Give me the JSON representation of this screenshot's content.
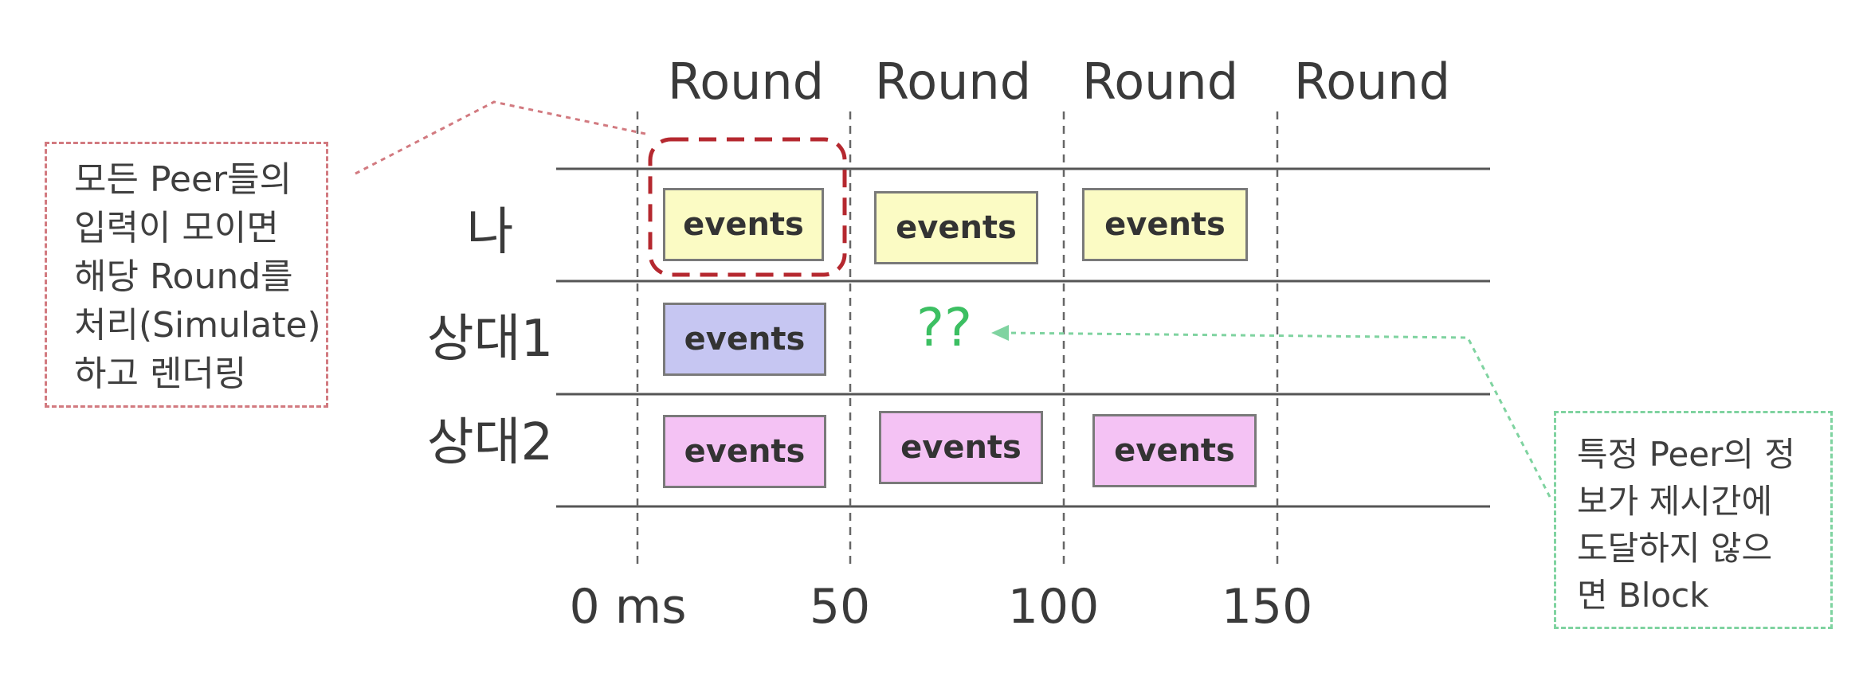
{
  "rounds": [
    "Round",
    "Round",
    "Round",
    "Round"
  ],
  "rows": [
    {
      "label": "나",
      "events": [
        "events",
        "events",
        "events"
      ]
    },
    {
      "label": "상대1",
      "events": [
        "events"
      ],
      "missing": "??"
    },
    {
      "label": "상대2",
      "events": [
        "events",
        "events",
        "events"
      ]
    }
  ],
  "time_axis": [
    "0 ms",
    "50",
    "100",
    "150"
  ],
  "notes": {
    "left": "모든 Peer들의\n입력이 모이면\n해당 Round를\n처리(Simulate)\n하고 렌더링",
    "right": "특정 Peer의 정\n보가 제시간에\n도달하지 않으\n면 Block"
  },
  "colors": {
    "me_event": "#fbfbc4",
    "peer1_event": "#c6c6f2",
    "peer2_event": "#f4c2f4",
    "highlight": "#b5282f",
    "missing": "#3cbf62"
  }
}
